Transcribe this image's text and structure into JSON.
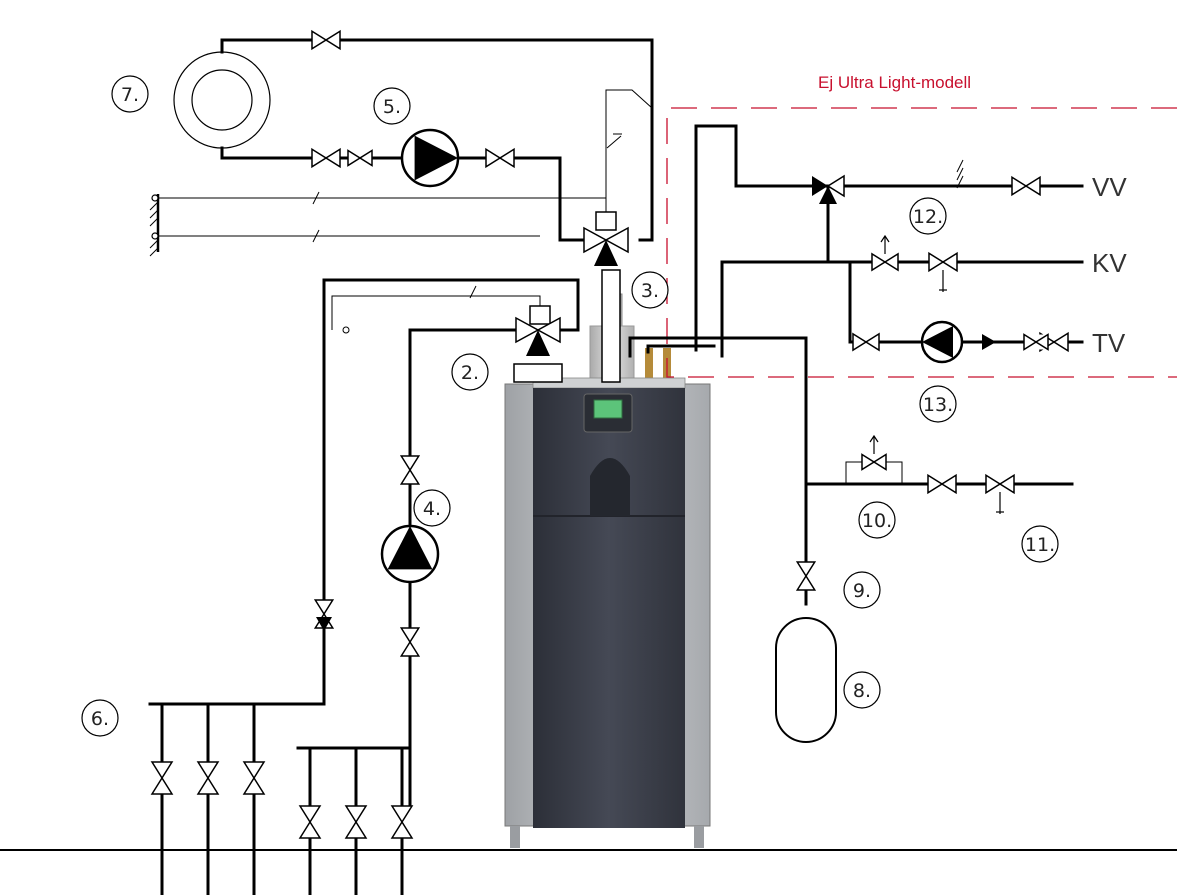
{
  "note": {
    "text": "Ej Ultra Light-modell",
    "color": "#c8102e"
  },
  "ports": {
    "hot_water": "VV",
    "cold_water": "KV",
    "circulation": "TV"
  },
  "callouts": [
    "2.",
    "3.",
    "4.",
    "5.",
    "6.",
    "7.",
    "8.",
    "9.",
    "10.",
    "11.",
    "12.",
    "13."
  ],
  "colors": {
    "line": "#000000",
    "boiler_body": "#3a3d48",
    "boiler_side": "#b8bbbf",
    "display": "#5cc47a"
  }
}
